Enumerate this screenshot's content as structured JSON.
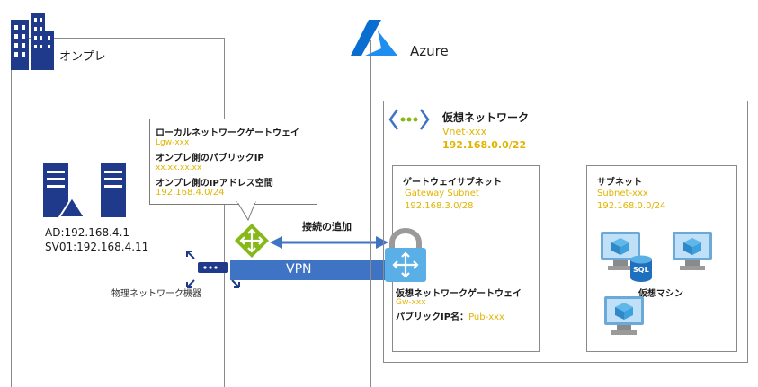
{
  "onprem": {
    "title": "オンプレ",
    "servers_line1": "AD:192.168.4.1",
    "servers_line2": "SV01:192.168.4.11",
    "device_label": "物理ネットワーク機器"
  },
  "callout": {
    "heading": "ローカルネットワークゲートウェイ",
    "name": "Lgw-xxx",
    "public_ip_label": "オンプレ側のパブリックIP",
    "public_ip_value": "xx.xx.xx.xx",
    "address_space_label": "オンプレ側のIPアドレス空間",
    "address_space_value": "192.168.4.0/24"
  },
  "connection": {
    "add_label": "接続の追加",
    "vpn_label": "VPN"
  },
  "azure": {
    "title": "Azure",
    "vnet": {
      "title": "仮想ネットワーク",
      "name": "Vnet-xxx",
      "range": "192.168.0.0/22"
    },
    "gateway_subnet": {
      "title": "ゲートウェイサブネット",
      "name": "Gateway Subnet",
      "range": "192.168.3.0/28"
    },
    "vng": {
      "title": "仮想ネットワークゲートウェイ",
      "name": "Gw-xxx",
      "public_ip_label": "パブリックIP名：",
      "public_ip_value": "Pub-xxx"
    },
    "subnet": {
      "title": "サブネット",
      "name": "Subnet-xxx",
      "range": "192.168.0.0/24"
    },
    "vm_label": "仮想マシン",
    "sql_label": "SQL"
  },
  "colors": {
    "accent_yellow": "#e0b400",
    "azure_blue": "#0a6ed1",
    "vpn_blue": "#3f73c4",
    "building_navy": "#1f3a8a"
  }
}
